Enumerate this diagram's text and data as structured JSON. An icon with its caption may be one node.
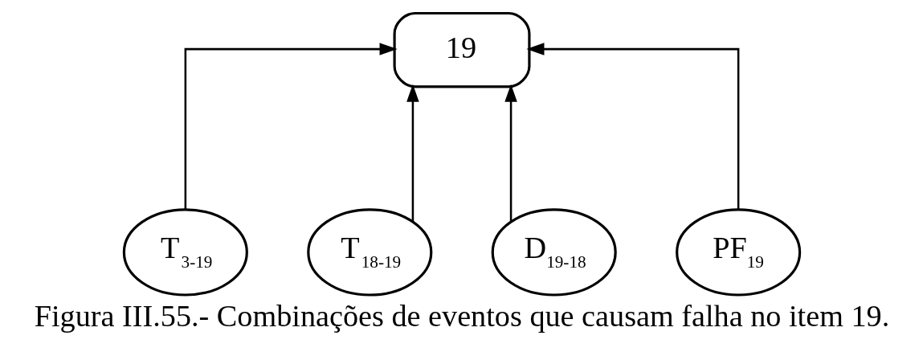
{
  "diagram": {
    "caption": "Figura III.55.- Combinações de eventos que causam falha no item 19.",
    "nodes": [
      {
        "text": [
          "19"
        ]
      },
      {
        "text": [
          "T$_{3-19}$"
        ]
      },
      {
        "text": [
          "T$_{18-19}$"
        ]
      },
      {
        "text": [
          "D$_{19-18}$"
        ]
      },
      {
        "text": [
          "PF$_{19}$"
        ]
      }
    ],
    "edges": [
      {
        "from": 1,
        "to": 0,
        "arrow": "to"
      },
      {
        "from": 3,
        "to": 0,
        "arrow": "to"
      },
      {
        "from": 2,
        "to": 0,
        "arrow": "to"
      },
      {
        "from": 4,
        "to": 0,
        "arrow": "to"
      }
    ]
  }
}
